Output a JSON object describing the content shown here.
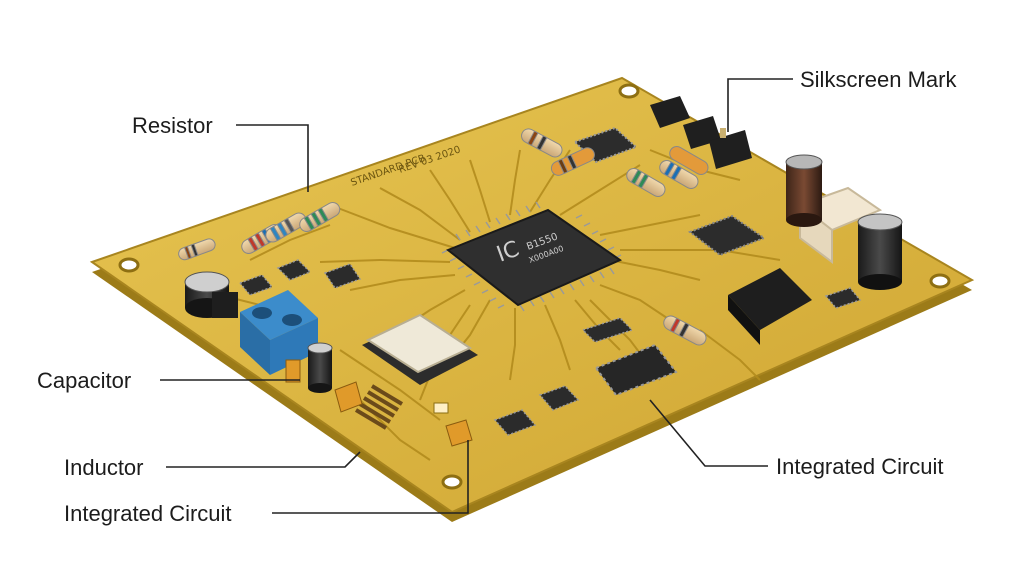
{
  "labels": {
    "resistor": "Resistor",
    "capacitor": "Capacitor",
    "inductor": "Inductor",
    "integrated_circuit_left": "Integrated Circuit",
    "silkscreen_mark": "Silkscreen Mark",
    "integrated_circuit_right": "Integrated Circuit"
  },
  "board": {
    "silkscreen_title": "STANDARD PCB",
    "silkscreen_sub": "REV 03 2020",
    "main_ic_mark": "IC",
    "main_ic_code": "B1550",
    "main_ic_code2": "X000A00"
  },
  "colors": {
    "pcb": "#d9b23c",
    "pcb_edge": "#a8851f",
    "trace": "#b8921f",
    "chip": "#2b2b2b",
    "connector_blue": "#2e79b8"
  }
}
